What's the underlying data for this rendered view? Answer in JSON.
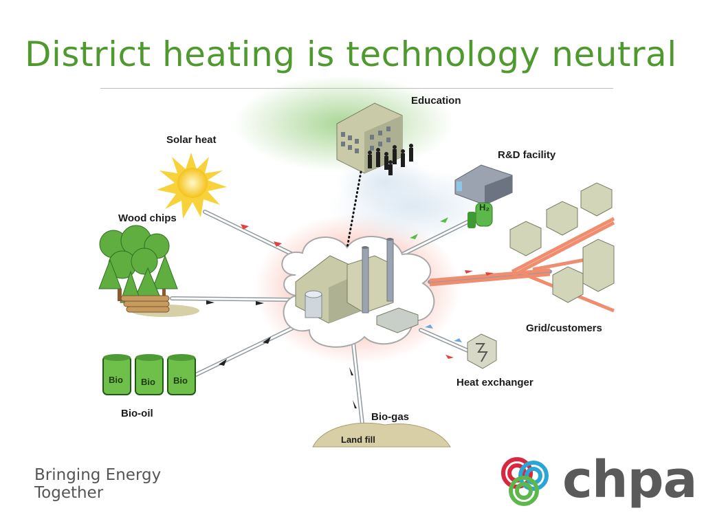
{
  "slide": {
    "title": "District heating is technology neutral",
    "tagline_line1": "Bringing Energy",
    "tagline_line2": "Together",
    "logo_text": "chpa"
  },
  "diagram": {
    "labels": {
      "education": "Education",
      "solar_heat": "Solar heat",
      "rd_facility": "R&D facility",
      "wood_chips": "Wood chips",
      "grid_customers": "Grid/customers",
      "heat_exchanger": "Heat exchanger",
      "bio_oil": "Bio-oil",
      "bio_gas": "Bio-gas",
      "land_fill": "Land fill",
      "barrel": "Bio",
      "hydrogen": "H₂"
    }
  },
  "colors": {
    "title_green": "#4f9a2f",
    "heat_red": "#e2423a",
    "logo_grey": "#5a5a5a",
    "tagline_grey": "#555555"
  }
}
